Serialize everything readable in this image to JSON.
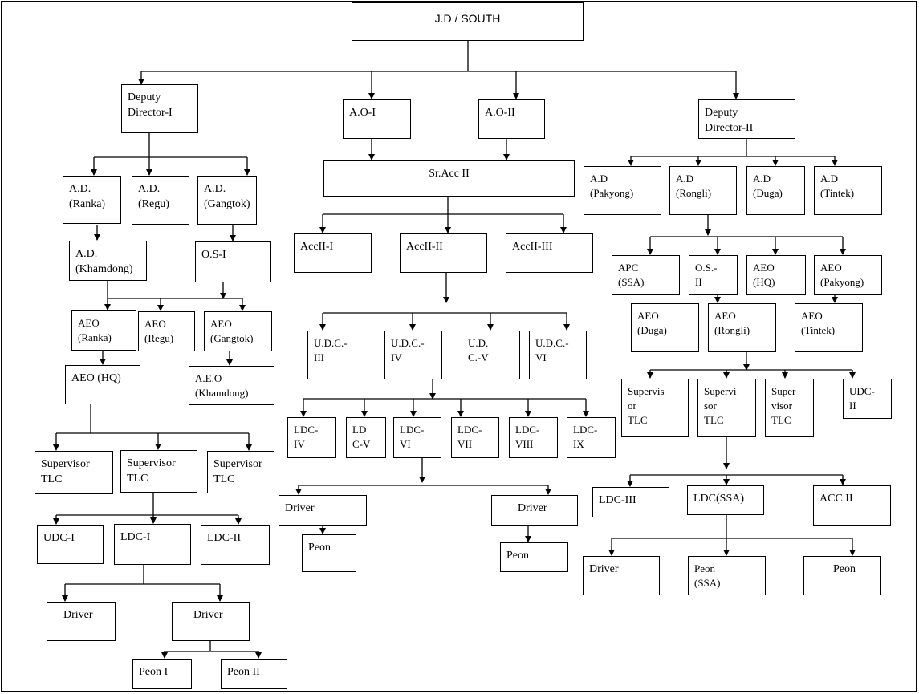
{
  "diagram": {
    "boxes": {
      "jd_south": "J.D / SOUTH",
      "dd1": "Deputy\nDirector-I",
      "ao1": "A.O-I",
      "ao2": "A.O-II",
      "dd2": "Deputy\nDirector-II",
      "ad_ranka": "A.D.\n(Ranka)",
      "ad_regu": "A.D.\n(Regu)",
      "ad_gangtok": "A.D.\n(Gangtok)",
      "ad_khamdong": "A.D.\n(Khamdong)",
      "os1": "O.S-I",
      "aeo_ranka": "AEO\n(Ranka)",
      "aeo_regu": "AEO\n(Regu)",
      "aeo_gangtok": "AEO\n(Gangtok)",
      "aeo_hq_left": "AEO (HQ)",
      "aeo_khamdong": "A.E.O\n(Khamdong)",
      "sup1": "Supervisor\nTLC",
      "sup2": "Supervisor\nTLC",
      "sup3": "Supervisor\nTLC",
      "udc1": "UDC-I",
      "ldc1": "LDC-I",
      "ldc2": "LDC-II",
      "driver_l1": "Driver",
      "driver_l2": "Driver",
      "peon1": "Peon I",
      "peon2": "Peon II",
      "sracc": "Sr.Acc II",
      "acc1": "AccII-I",
      "acc2": "AccII-II",
      "acc3": "AccII-III",
      "udc3": "U.D.C.-\nIII",
      "udc4": "U.D.C.-\nIV",
      "udc5": "U.D.\nC.-V",
      "udc6": "U.D.C.-\nVI",
      "ldc4": "LDC-\nIV",
      "ldc5": "LD\nC-V",
      "ldc6": "LDC-\nVI",
      "ldc7": "LDC-\nVII",
      "ldc8": "LDC-\nVIII",
      "ldc9": "LDC-\nIX",
      "driver_m1": "Driver",
      "driver_m2": "Driver",
      "peon_m1": "Peon",
      "peon_m2": "Peon",
      "ad_pakyong": "A.D\n(Pakyong)",
      "ad_rongli": "A.D\n(Rongli)",
      "ad_duga": "A.D\n(Duga)",
      "ad_tintek": "A.D\n(Tintek)",
      "apc": "APC\n(SSA)",
      "os2": "O.S.-\nII",
      "aeo_hq_right": "AEO\n(HQ)",
      "aeo_pakyong": "AEO\n(Pakyong)",
      "aeo_duga": "AEO\n(Duga)",
      "aeo_rongli": "AEO\n(Rongli)",
      "aeo_tintek": "AEO\n(Tintek)",
      "sup_r1": "Supervis\nor\nTLC",
      "sup_r2": "Supervi\nsor\nTLC",
      "sup_r3": "Super\nvisor\nTLC",
      "udc2": "UDC-\nII",
      "ldc3": "LDC-III",
      "ldc_ssa": "LDC(SSA)",
      "acc_ii": "ACC II",
      "driver_r": "Driver",
      "peon_ssa": "Peon\n(SSA)",
      "peon_r": "Peon"
    }
  }
}
